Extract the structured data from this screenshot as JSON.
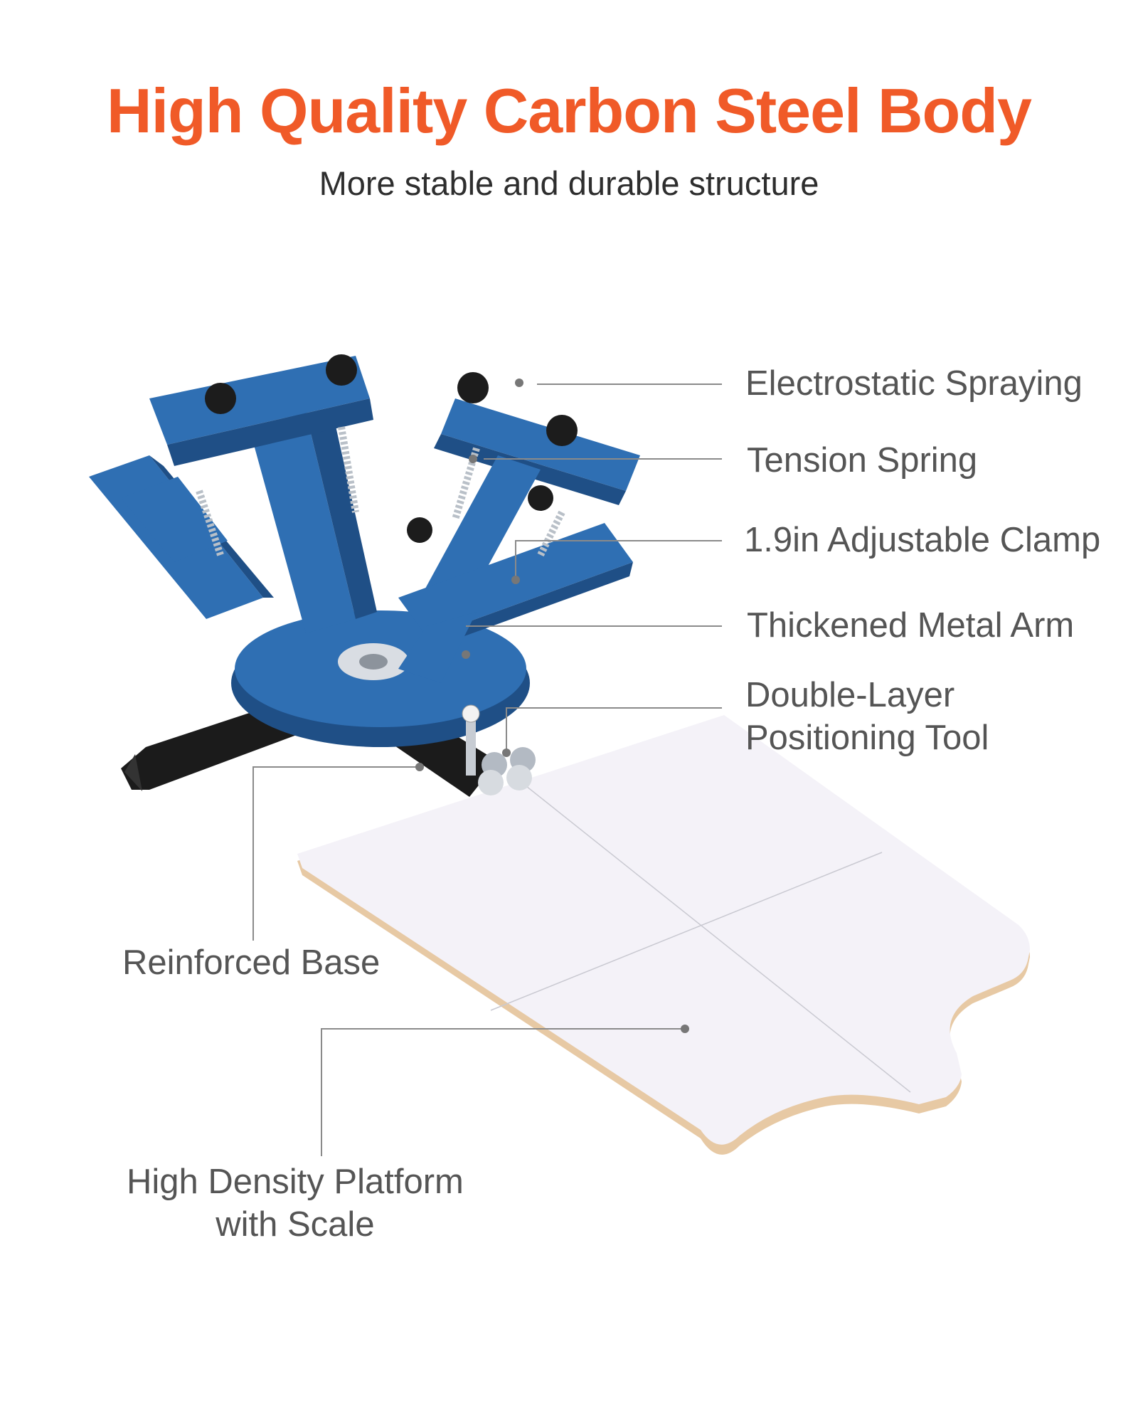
{
  "header": {
    "title": "High Quality Carbon Steel Body",
    "subtitle": "More stable and durable structure"
  },
  "callouts": [
    {
      "id": "electrostatic",
      "lines": [
        "Electrostatic Spraying"
      ]
    },
    {
      "id": "spring",
      "lines": [
        "Tension Spring"
      ]
    },
    {
      "id": "clamp",
      "lines": [
        "1.9in Adjustable Clamp"
      ]
    },
    {
      "id": "arm",
      "lines": [
        "Thickened Metal Arm"
      ]
    },
    {
      "id": "positioning",
      "lines": [
        "Double-Layer",
        "Positioning Tool"
      ]
    },
    {
      "id": "base",
      "lines": [
        "Reinforced Base"
      ]
    },
    {
      "id": "platform",
      "lines": [
        "High Density Platform",
        "with Scale"
      ]
    }
  ],
  "colors": {
    "title": "#f05a28",
    "frame_blue": "#2f6fb3",
    "frame_blue_dark": "#1f4f86",
    "base_black": "#1b1b1b",
    "platform_white": "#f4f2f8",
    "platform_edge": "#e7c9a4",
    "callout_text": "#555555",
    "leader_line": "#8a8a8a"
  }
}
